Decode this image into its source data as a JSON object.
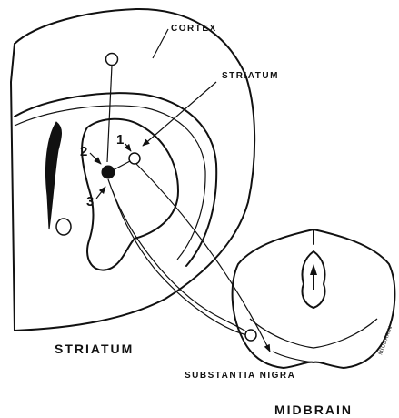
{
  "labels": {
    "cortex": "CORTEX",
    "striatum_region": "STRIATUM",
    "striatum_section": "STRIATUM",
    "substantia_nigra": "SUBSTANTIA NIGRA",
    "midbrain": "MIDBRAIN"
  },
  "markers": [
    "1",
    "2",
    "3"
  ],
  "signature": "MIDBRAIN"
}
